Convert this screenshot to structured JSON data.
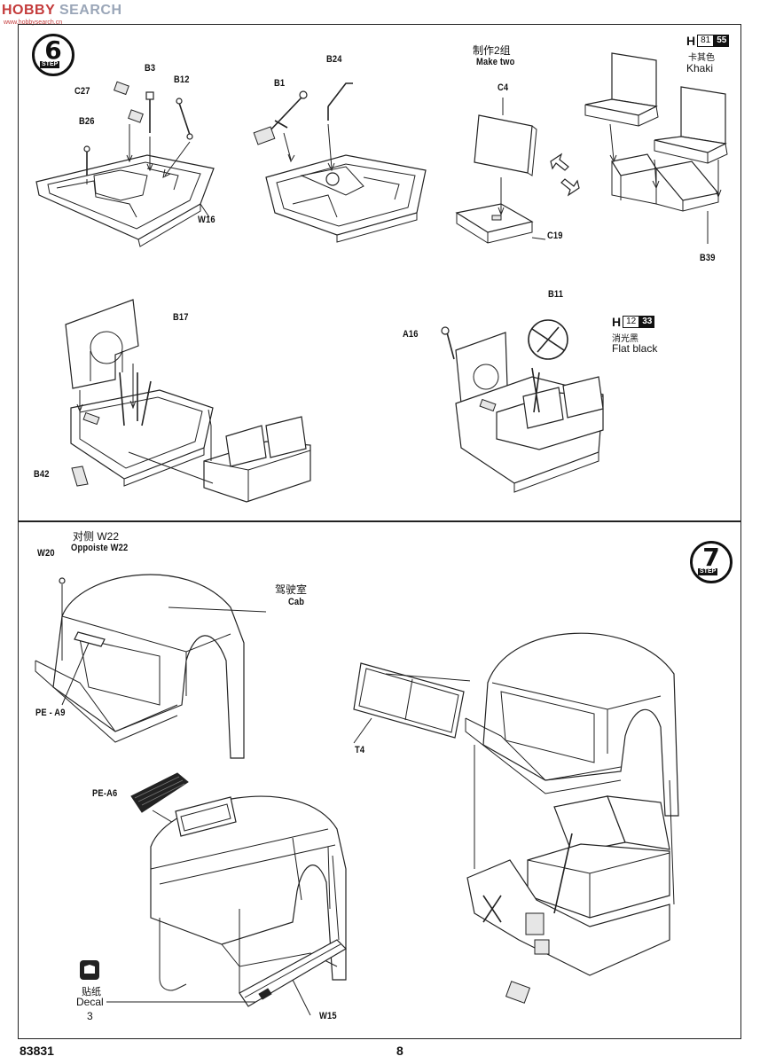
{
  "watermark": {
    "brand": "SEARCH",
    "site": "www.hobbysearch.cn"
  },
  "step6": {
    "number": "6",
    "word": "STEP",
    "parts": {
      "c27": "C27",
      "b3": "B3",
      "b12": "B12",
      "b26": "B26",
      "w16": "W16",
      "b1": "B1",
      "b24": "B24",
      "c4": "C4",
      "c19": "C19",
      "b39": "B39",
      "b17": "B17",
      "b42": "B42",
      "b11": "B11",
      "a16": "A16"
    },
    "make_two_cn": "制作2组",
    "make_two_en": "Make two",
    "color_khaki": {
      "prefix": "H",
      "code1": "81",
      "code2": "55",
      "cn": "卡其色",
      "en": "Khaki"
    },
    "color_black": {
      "prefix": "H",
      "code1": "12",
      "code2": "33",
      "cn": "消光黑",
      "en": "Flat black"
    }
  },
  "step7": {
    "number": "7",
    "word": "STEP",
    "opposite_cn": "对侧 W22",
    "opposite_en": "Oppoiste W22",
    "parts": {
      "w20": "W20",
      "pe_a9": "PE - A9",
      "t4": "T4",
      "pe_a6": "PE-A6",
      "w15": "W15"
    },
    "cab_cn": "驾驶室",
    "cab_en": "Cab",
    "decal_cn": "贴纸",
    "decal_en": "Decal",
    "decal_no": "3"
  },
  "footer": {
    "code": "83831",
    "page": "8"
  }
}
